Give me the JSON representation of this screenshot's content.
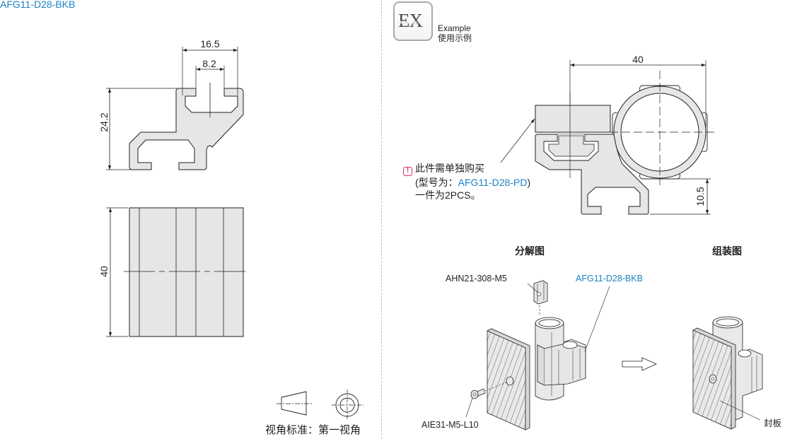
{
  "part_number": "AFG11-D28-BKB",
  "left_panel": {
    "section_view": {
      "dimensions": {
        "overall_width": "16.5",
        "slot_opening": "8.2",
        "height": "24.2"
      }
    },
    "front_view": {
      "dimensions": {
        "length": "40"
      }
    },
    "projection": {
      "label": "视角标准：",
      "value": "第一视角",
      "icons": [
        "truncated-cone-icon",
        "concentric-circles-icon"
      ]
    }
  },
  "right_panel": {
    "example_badge": {
      "text": "EX",
      "label_en": "Example",
      "label_cn": "使用示例"
    },
    "assembly_section": {
      "dimensions": {
        "overall_width": "40",
        "offset_height": "10.5"
      },
      "note": {
        "icon": "warning-icon",
        "line1": "此件需单独购买",
        "line2_prefix": "(型号为：",
        "line2_part": "AFG11-D28-PD",
        "line2_suffix": ")",
        "line3": "一件为2PCS。"
      }
    },
    "exploded_view": {
      "heading": "分解图",
      "labels": {
        "nut": "AHN21-308-M5",
        "bracket": "AFG11-D28-BKB",
        "screw": "AIE31-M5-L10"
      }
    },
    "assembled_view": {
      "heading": "组装图",
      "labels": {
        "cover_plate": "封板"
      }
    }
  },
  "colors": {
    "part_blue": "#1a84c6",
    "metal_fill": "#e6e6e7",
    "outline": "#231f20",
    "warning": "#d6336c",
    "divider": "#bdbdbd"
  }
}
